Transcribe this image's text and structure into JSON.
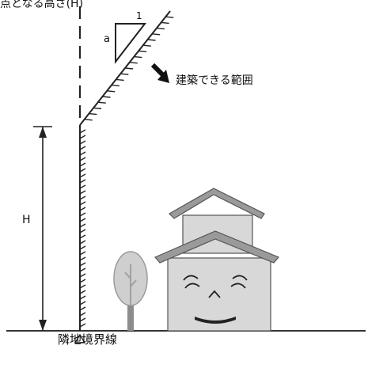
{
  "labels": {
    "title": "点となる高さ(H)",
    "buildable_range": "建築できる範囲",
    "height_symbol": "H",
    "slope_a": "a",
    "slope_one": "1",
    "boundary": "隣地境界線"
  },
  "colors": {
    "ink": "#1a1a1a",
    "roof": "#9a9a9a",
    "roof_edge": "#555555",
    "wall": "#d4d4d4",
    "tree": "#c8c8c8",
    "trunk": "#8c8c8c",
    "ground": "#333333"
  }
}
